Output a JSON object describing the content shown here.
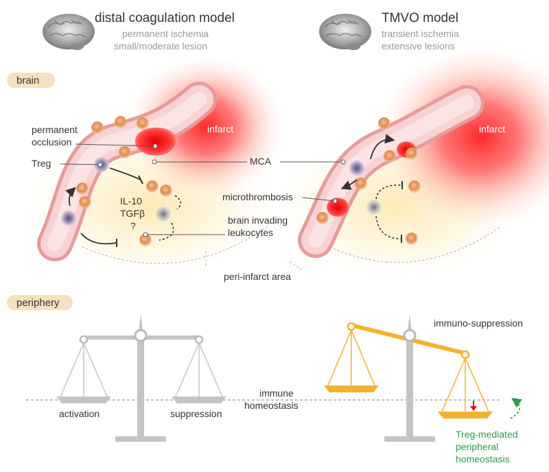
{
  "left_panel": {
    "title": "distal coagulation model",
    "subtitle_1": "permanent ischemia",
    "subtitle_2": "small/moderate lesion"
  },
  "right_panel": {
    "title": "TMVO model",
    "subtitle_1": "transient ischemia",
    "subtitle_2": "extensive lesions"
  },
  "sections": {
    "brain": "brain",
    "periphery": "periphery"
  },
  "brain_labels": {
    "infarct_left": "infarct",
    "infarct_right": "infarct",
    "permanent_occlusion_1": "permanent",
    "permanent_occlusion_2": "occlusion",
    "treg": "Treg",
    "mca": "MCA",
    "il10": "IL-10",
    "tgfb": "TGFβ",
    "question": "?",
    "microthrombosis": "microthrombosis",
    "brain_invading_1": "brain invading",
    "brain_invading_2": "leukocytes",
    "peri_infarct": "peri-infarct area"
  },
  "periphery_labels": {
    "activation": "activation",
    "suppression": "suppression",
    "immune_homeostasis_1": "immune",
    "immune_homeostasis_2": "homeostasis",
    "immunosuppression": "immuno-suppression",
    "treg_mediated_1": "Treg-mediated",
    "treg_mediated_2": "peripheral",
    "treg_mediated_3": "homeostasis"
  },
  "colors": {
    "infarct_red": "#ff2a2a",
    "vessel_pink": "#f3b7b7",
    "scale_gray": "#bdbdbd",
    "scale_orange": "#f5b12e",
    "tag_bg": "#f8dfc0",
    "green": "#2e9a4a"
  },
  "icons": [
    "brain-icon",
    "scale-icon",
    "arrow-down-icon",
    "dashed-cycle-arrow-icon"
  ]
}
